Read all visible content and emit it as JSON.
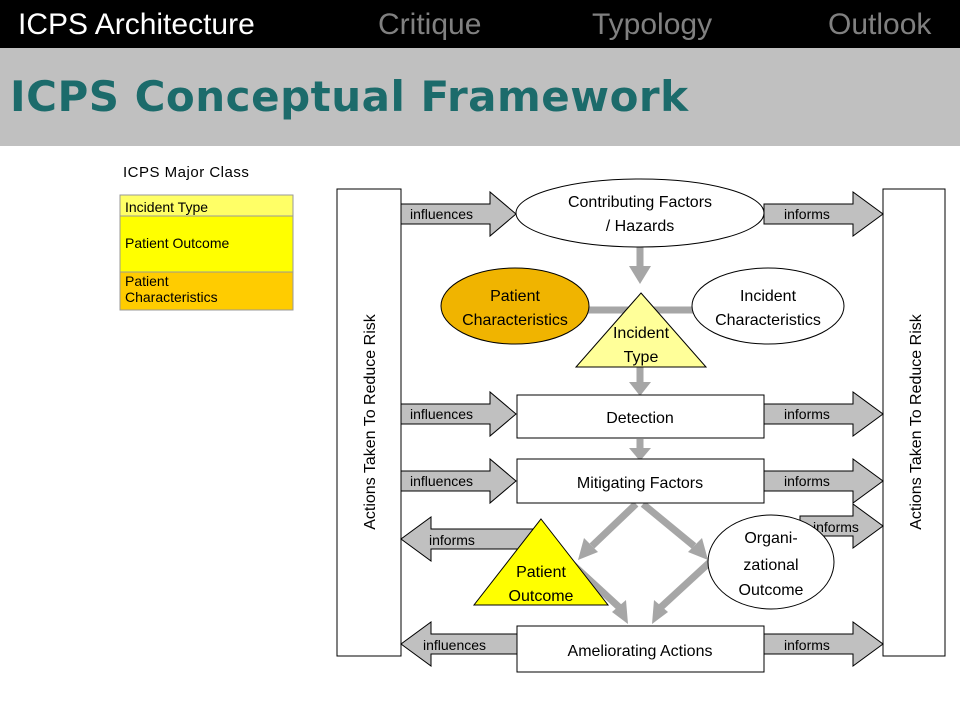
{
  "nav": {
    "items": [
      "ICPS Architecture",
      "Critique",
      "Typology",
      "Outlook"
    ],
    "active_color": "#ffffff",
    "inactive_color": "#808080"
  },
  "title": "ICPS Conceptual Framework",
  "legend": {
    "heading": "ICPS Major Class",
    "rows": [
      {
        "label": "Incident Type",
        "color": "#ffff66"
      },
      {
        "label": "Patient Outcome",
        "color": "#ffff00"
      },
      {
        "label": "Patient Characteristics",
        "color": "#ffcc00"
      }
    ]
  },
  "diagram": {
    "side_panel_label": "Actions Taken To Reduce Risk",
    "contributing_factors": "Contributing Factors / Hazards",
    "patient_characteristics": "Patient Characteristics",
    "incident_characteristics": "Incident Characteristics",
    "incident_type": "Incident Type",
    "detection": "Detection",
    "mitigating_factors": "Mitigating Factors",
    "patient_outcome": "Patient Outcome",
    "organizational_outcome": "Organi- zational Outcome",
    "ameliorating_actions": "Ameliorating Actions",
    "arrow_influences": "influences",
    "arrow_informs": "informs"
  },
  "colors": {
    "title": "#1c6b6b",
    "title_bar": "#c0c0c0",
    "arrow_fill": "#c0c0c0",
    "patient_fill": "#f0b400",
    "triangle_fill": "#ffff99",
    "outcome_fill": "#ffff00"
  }
}
